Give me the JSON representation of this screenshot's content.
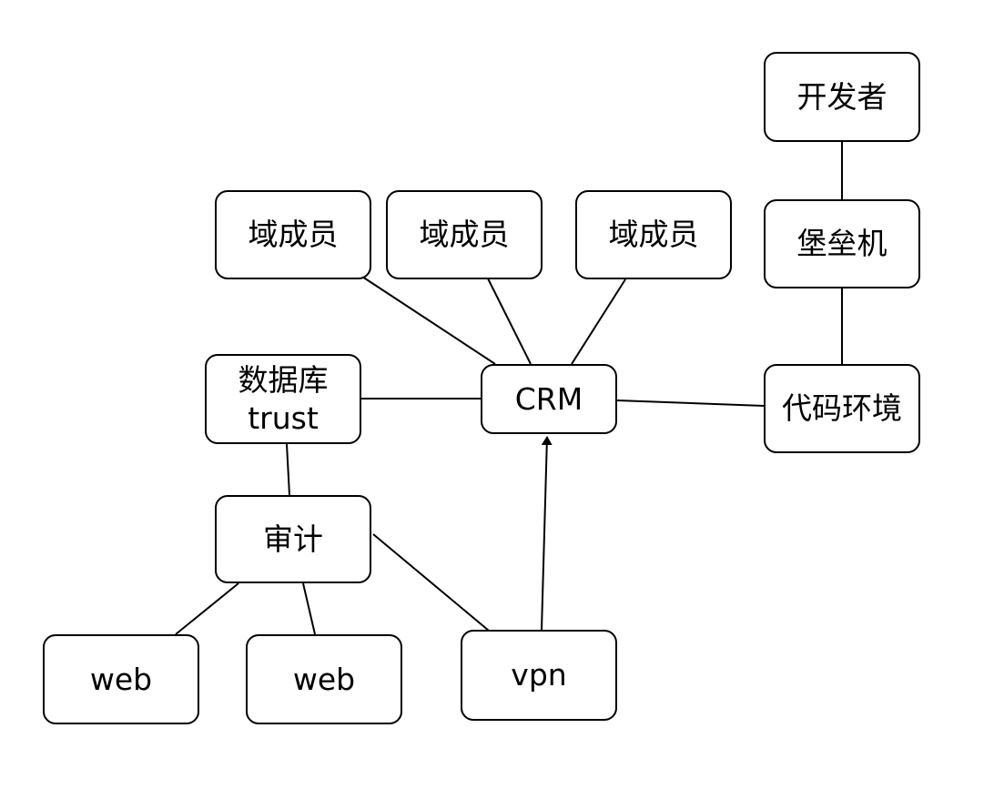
{
  "colors": {
    "stroke": "#000000",
    "fill": "#ffffff",
    "text": "#000000"
  },
  "nodes": {
    "developer": "开发者",
    "bastion": "堡垒机",
    "domain_member_1": "域成员",
    "domain_member_2": "域成员",
    "domain_member_3": "域成员",
    "database_line1": "数据库",
    "database_line2": "trust",
    "crm": "CRM",
    "code_env": "代码环境",
    "audit": "审计",
    "web_1": "web",
    "web_2": "web",
    "vpn": "vpn"
  },
  "edges": [
    {
      "from": "developer",
      "to": "bastion",
      "arrow": false
    },
    {
      "from": "bastion",
      "to": "code_env",
      "arrow": false
    },
    {
      "from": "domain_member_1",
      "to": "crm",
      "arrow": false
    },
    {
      "from": "domain_member_2",
      "to": "crm",
      "arrow": false
    },
    {
      "from": "domain_member_3",
      "to": "crm",
      "arrow": false
    },
    {
      "from": "database",
      "to": "crm",
      "arrow": false
    },
    {
      "from": "crm",
      "to": "code_env",
      "arrow": false
    },
    {
      "from": "database",
      "to": "audit",
      "arrow": false
    },
    {
      "from": "audit",
      "to": "web_1",
      "arrow": false
    },
    {
      "from": "audit",
      "to": "web_2",
      "arrow": false
    },
    {
      "from": "audit",
      "to": "vpn",
      "arrow": false
    },
    {
      "from": "vpn",
      "to": "crm",
      "arrow": true
    }
  ]
}
